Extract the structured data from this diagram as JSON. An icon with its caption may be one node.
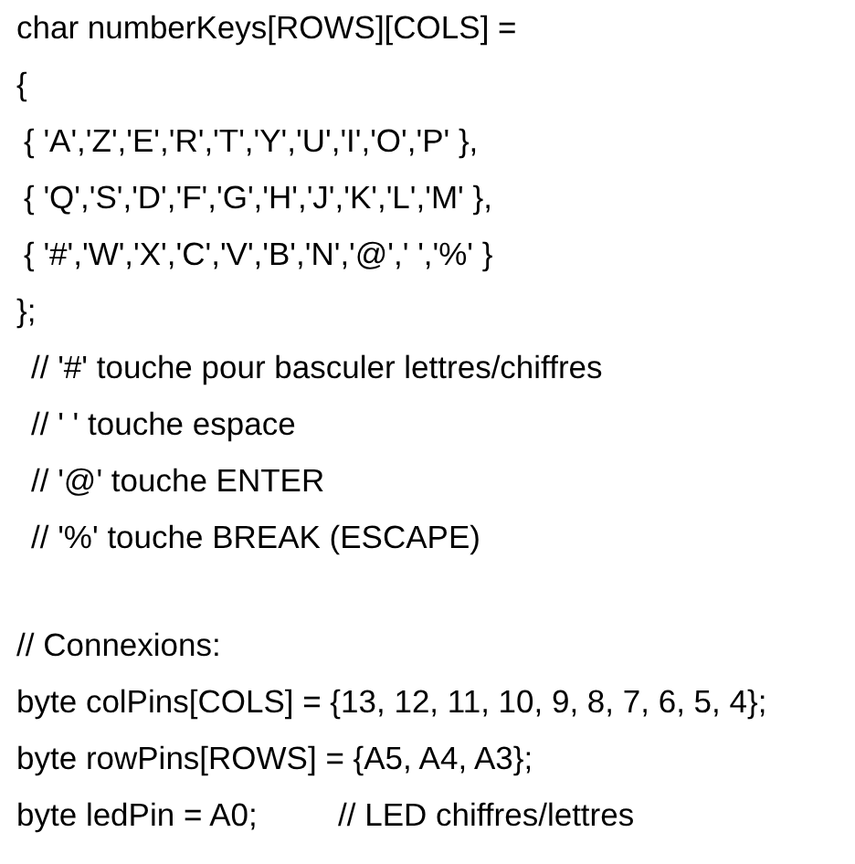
{
  "diagram": {
    "labels": [
      "char numberKeys[ROWS][COLS] =",
      "{",
      "{ 'A','Z','E','R','T','Y','U','I','O','P' },",
      "{ 'Q','S','D','F','G','H','J','K','L','M' },",
      "{ '#','W','X','C','V','B','N','@',' ','%' }",
      "};",
      "// '#' touche pour basculer lettres/chiffres",
      "// ' ' touche espace",
      "// '@' touche ENTER",
      "// '%' touche BREAK (ESCAPE)",
      "// Connexions:",
      "byte colPins[COLS] = {13, 12, 11, 10, 9, 8, 7, 6, 5, 4};",
      "byte rowPins[ROWS] = {A5, A4, A3};",
      "byte ledPin = A0;",
      "// LED chiffres/lettres"
    ]
  }
}
